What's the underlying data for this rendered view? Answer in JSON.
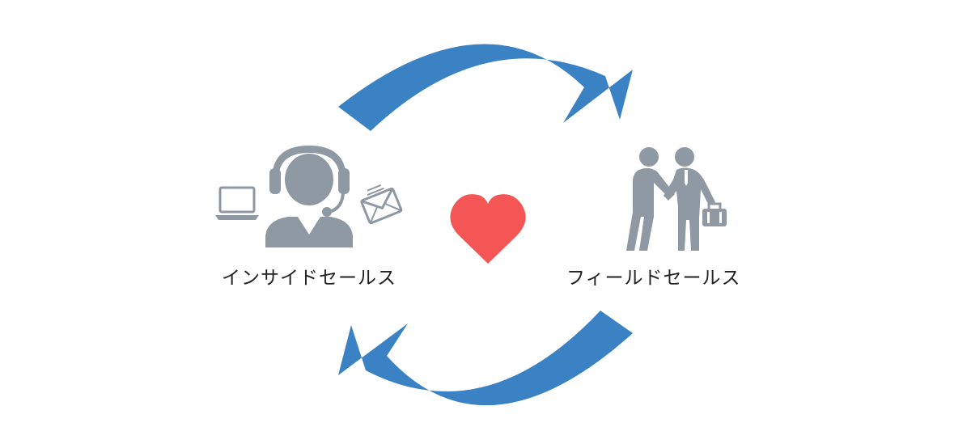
{
  "nodes": {
    "inside_sales": {
      "label": "インサイドセールス",
      "icons": [
        "headset-operator-icon",
        "laptop-icon",
        "envelope-icon"
      ]
    },
    "field_sales": {
      "label": "フィールドセールス",
      "icons": [
        "handshake-businessmen-icon",
        "briefcase-icon"
      ]
    }
  },
  "center_icon": "heart-icon",
  "edges": [
    {
      "from": "inside_sales",
      "to": "field_sales",
      "shape": "upper-curved-arrow"
    },
    {
      "from": "field_sales",
      "to": "inside_sales",
      "shape": "lower-curved-arrow"
    }
  ],
  "colors": {
    "arrow": "#3a82c4",
    "icon_gray": "#8e99a4",
    "heart": "#f45656",
    "text": "#222222",
    "background": "#ffffff"
  }
}
